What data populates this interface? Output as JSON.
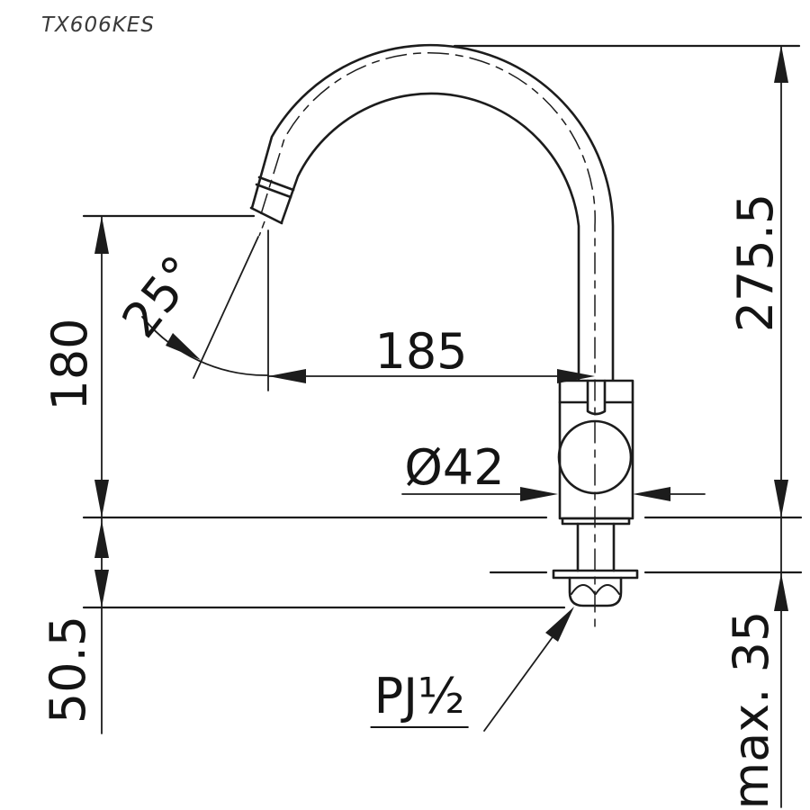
{
  "drawing": {
    "model": "TX606KES",
    "dimension_labels": {
      "spout_height": "275.5",
      "tip_height": "180",
      "spout_angle": "25°",
      "spout_reach": "185",
      "body_diameter": "Ø42",
      "under_deck_length": "50.5",
      "max_deck_thickness": "max. 35",
      "thread_type": "PJ½"
    },
    "colors": {
      "line": "#1c1c1c",
      "background": "#ffffff",
      "title_text": "#3a3a3a"
    }
  }
}
